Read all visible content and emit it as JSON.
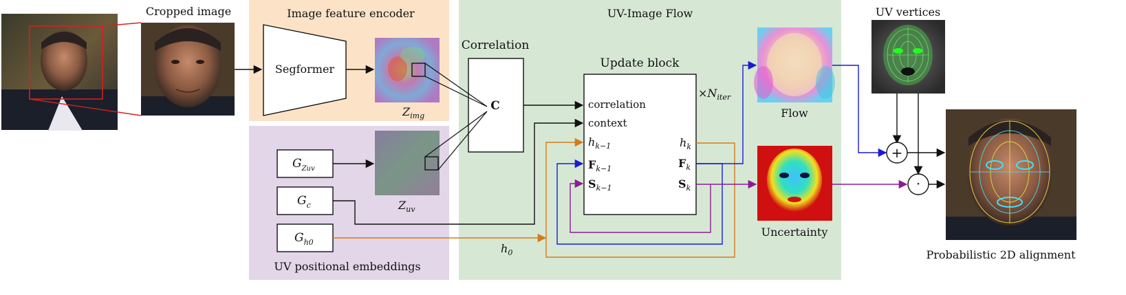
{
  "panels": {
    "encoder_title": "Image feature encoder",
    "embeddings_title": "UV positional embeddings",
    "flow_title": "UV-Image Flow"
  },
  "labels": {
    "cropped_image": "Cropped image",
    "segformer": "Segformer",
    "z_img": "Z",
    "z_img_sub": "img",
    "z_uv": "Z",
    "z_uv_sub": "uv",
    "correlation_title": "Correlation",
    "correlation_symbol": "C",
    "update_block": "Update block",
    "iter_times": "×N",
    "iter_sub": "iter",
    "in_correlation": "correlation",
    "in_context": "context",
    "h_prev": "h",
    "h_prev_sub": "k−1",
    "f_prev": "F",
    "f_prev_sub": "k−1",
    "s_prev": "S",
    "s_prev_sub": "k−1",
    "h_next": "h",
    "h_next_sub": "k",
    "f_next": "F",
    "f_next_sub": "k",
    "s_next": "S",
    "s_next_sub": "k",
    "g_zuv": "G",
    "g_zuv_sub": "Zuv",
    "g_c": "G",
    "g_c_sub": "c",
    "g_h0": "G",
    "g_h0_sub": "h0",
    "h0": "h",
    "h0_sub": "0",
    "flow": "Flow",
    "uncertainty": "Uncertainty",
    "uv_vertices": "UV vertices",
    "plus_symbol": "+",
    "dot_symbol": "·",
    "output": "Probabilistic 2D alignment"
  },
  "colors": {
    "encoder_bg": "#fce3c8",
    "embeddings_bg": "#e2d6e8",
    "flow_bg": "#d6e8d4",
    "hidden_arrow": "#d67a1a",
    "flow_arrow": "#1a1ad6",
    "uncertainty_arrow": "#8e1a9a",
    "face_crop_box": "#d62020"
  }
}
